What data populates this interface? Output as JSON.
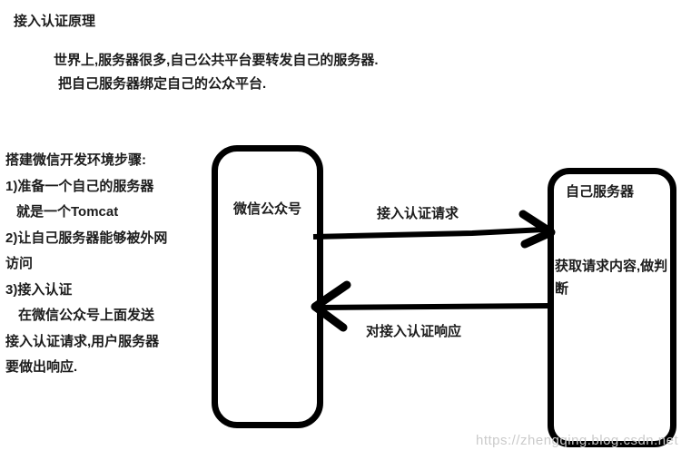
{
  "page": {
    "title": "接入认证原理"
  },
  "intro": {
    "line1": "世界上,服务器很多,自己公共平台要转发自己的服务器.",
    "line2": "把自己服务器绑定自己的公众平台."
  },
  "steps": {
    "lines": [
      "搭建微信开发环境步骤:",
      "1)准备一个自己的服务器",
      "就是一个Tomcat",
      "2)让自己服务器能够被外网",
      "访问",
      "3)接入认证",
      "在微信公众号上面发送",
      "接入认证请求,用户服务器",
      "要做出响应."
    ]
  },
  "diagram": {
    "left_box_label": "微信公众号",
    "right_box_label": "自己服务器",
    "right_box_note": "获取请求内容,做判断",
    "request_arrow_label": "接入认证请求",
    "response_arrow_label": "对接入认证响应"
  },
  "watermark": "https://zhengqing.blog.csdn.net",
  "colors": {
    "stroke": "#000000",
    "text": "#1c1c1c",
    "watermark": "#cbcbcb",
    "background": "#ffffff"
  }
}
